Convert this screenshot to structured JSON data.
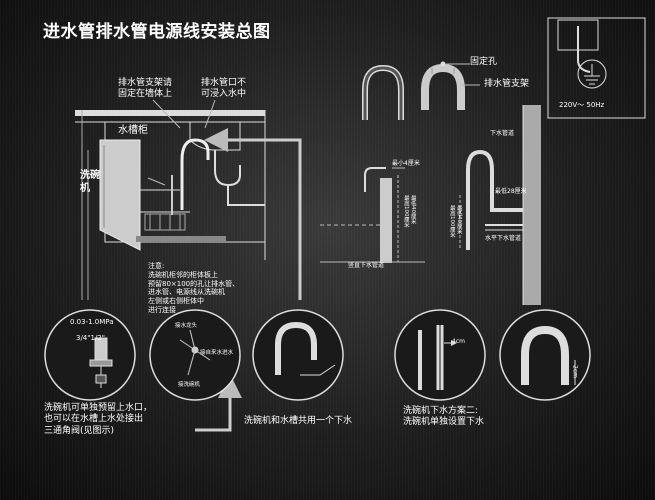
{
  "title": "进水管排水管电源线安装总图",
  "labels": {
    "drain_support_note": "排水管支架请\n固定在墙体上",
    "drain_outlet_note": "排水管口不\n可浸入水中",
    "sink_cabinet": "水槽柜",
    "dishwasher": "洗碗\n机",
    "notice": "注意:\n洗碗机柜邻的柜体板上\n预留80×100的孔让排水管、\n进水管、电源线从洗碗机\n左侧或右侧柜体中\n进行连接",
    "fixing_hole": "固定孔",
    "drain_bracket": "排水管支架",
    "voltage": "220V～ 50Hz",
    "drain_pipe_top": "下水管道",
    "min_4cm": "最小4厘米",
    "max_28cm": "最低28厘米",
    "height_left": "最低40厘米\n最高100厘米",
    "height_right": "最低40厘米\n最高100厘米",
    "vertical_drain": "竖直下水管道",
    "horizontal_drain": "水平下水管道",
    "pressure": "0.03-1.0MPa",
    "thread": "3/4\"1/2\"",
    "single_inlet_note": "洗碗机可单独预留上水口，\n也可以在水槽上水处接出\n三通角阀(见图示)",
    "inlet_faucet": "接水龙头",
    "connect_water": "接自来水进水",
    "connect_dishwasher": "接洗碗机",
    "shared_drain": "洗碗机和水槽共用一个下水",
    "drain_plan2": "洗碗机下水方案二:\n洗碗机单独设置下水",
    "dim_4cm": "4cm",
    "dim_2cm": "2cm"
  }
}
